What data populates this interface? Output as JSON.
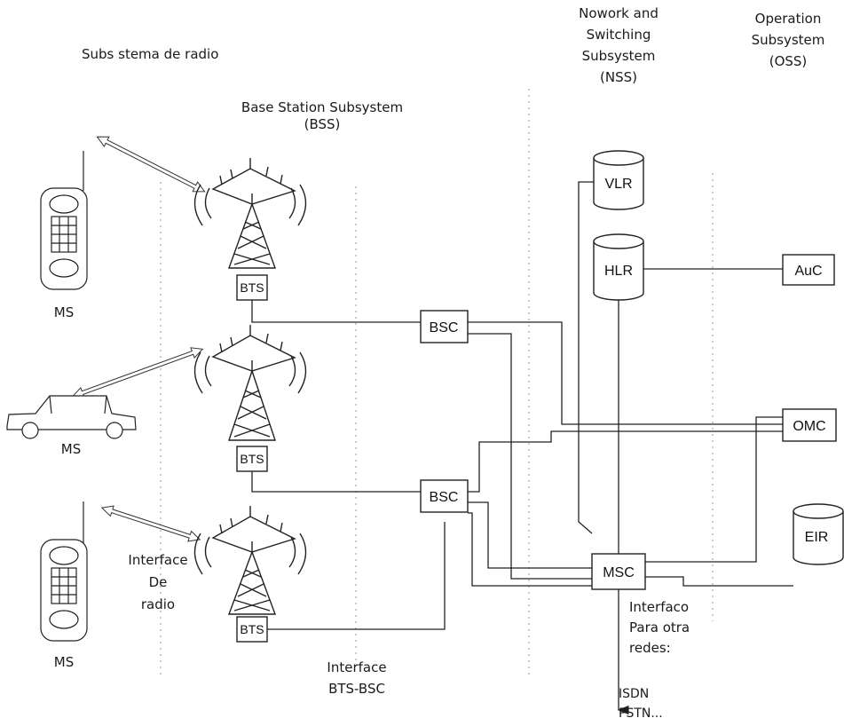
{
  "titles": {
    "radio": "Subs stema de radio",
    "bss_1": "Base Station Subsystem",
    "bss_2": "(BSS)",
    "nss_1": "Nowork and",
    "nss_2": "Switching",
    "nss_3": "Subsystem",
    "nss_4": "(NSS)",
    "oss_1": "Operation",
    "oss_2": "Subsystem",
    "oss_3": "(OSS)"
  },
  "mobile_labels": [
    "MS",
    "MS",
    "MS"
  ],
  "bts_labels": [
    "BTS",
    "BTS",
    "BTS"
  ],
  "bsc_labels": [
    "BSC",
    "BSC"
  ],
  "nss_nodes": {
    "vlr": "VLR",
    "hlr": "HLR",
    "msc": "MSC"
  },
  "oss_nodes": {
    "auc": "AuC",
    "omc": "OMC",
    "eir": "EIR"
  },
  "interfaces": {
    "radio_1": "Interface",
    "radio_2": "De",
    "radio_3": "radio",
    "bts_bsc_1": "Interface",
    "bts_bsc_2": "BTS-BSC",
    "other_1": "Interfaco",
    "other_2": "Para otra",
    "other_3": "redes:",
    "networks_1": "ISDN",
    "networks_2": "PSTN..."
  }
}
